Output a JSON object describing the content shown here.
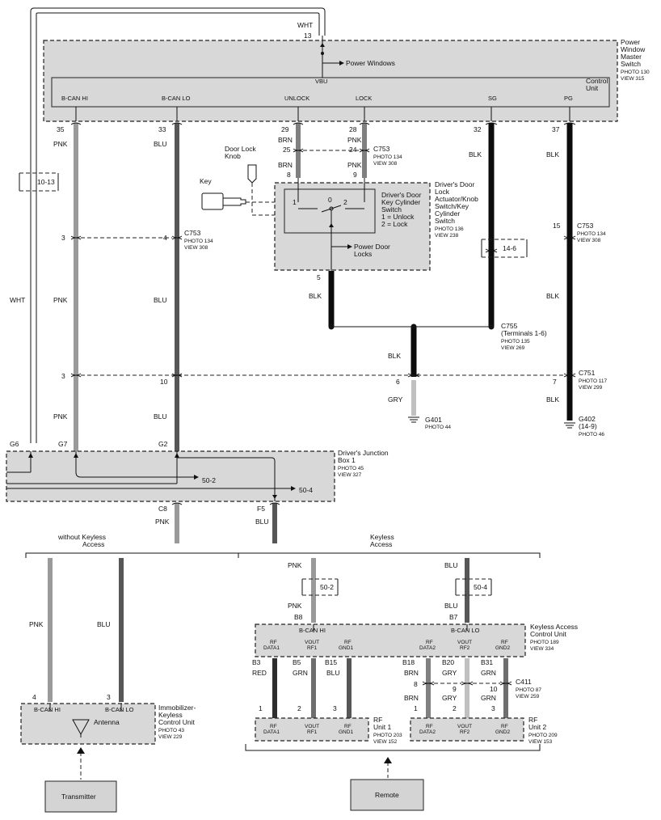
{
  "power_window_master_switch": {
    "title": [
      "Power",
      "Window",
      "Master",
      "Switch"
    ],
    "photo": "PHOTO 130",
    "view": "VIEW 315",
    "control_unit_label": [
      "Control",
      "Unit"
    ],
    "pins": [
      "B-CAN HI",
      "B-CAN LO",
      "UNLOCK",
      "LOCK",
      "SG",
      "PG"
    ],
    "vbu": "VBU",
    "power_windows": "Power Windows",
    "top_pin": "13",
    "top_wire": "WHT"
  },
  "pin_numbers": [
    "35",
    "33",
    "29",
    "28",
    "32",
    "37"
  ],
  "wire_colors": {
    "pnk": "PNK",
    "blu": "BLU",
    "brn": "BRN",
    "blk": "BLK",
    "wht": "WHT",
    "gry": "GRY",
    "red": "RED",
    "grn": "GRN"
  },
  "c753_upper": {
    "name": "C753",
    "photo": "PHOTO 134",
    "view": "VIEW 308",
    "pins_in": [
      "25",
      "24"
    ],
    "pins_out": [
      "8",
      "9"
    ]
  },
  "door_lock_knob": [
    "Door Lock",
    "Knob"
  ],
  "key_label": "Key",
  "ref_10_13": "10-13",
  "ref_14_6": "14-6",
  "drivers_door_lock": {
    "title": [
      "Driver's Door",
      "Lock",
      "Actuator/Knob",
      "Switch/Key",
      "Cylinder",
      "Switch"
    ],
    "photo": "PHOTO 136",
    "view": "VIEW 238",
    "inner_title": [
      "Driver's Door",
      "Key Cylinder",
      "Switch",
      "1 = Unlock",
      "2 = Lock"
    ],
    "switch_positions": [
      "1",
      "0",
      "2"
    ],
    "power_door_locks": [
      "Power Door",
      "Locks"
    ],
    "out_pin": "5"
  },
  "c753_mid": {
    "name": "C753",
    "photo": "PHOTO 134",
    "view": "VIEW 308",
    "pins": [
      "3",
      "4",
      "15"
    ]
  },
  "c755": {
    "name": "C755",
    "sub": "(Terminals 1-6)",
    "photo": "PHOTO 135",
    "view": "VIEW 269"
  },
  "c751": {
    "name": "C751",
    "photo": "PHOTO 117",
    "view": "VIEW 299",
    "pins": [
      "3",
      "10",
      "6",
      "7"
    ]
  },
  "g401": {
    "name": "G401",
    "photo": "PHOTO 44"
  },
  "g402": {
    "name": "G402",
    "sub": "(14-9)",
    "photo": "PHOTO 46"
  },
  "junction_box": {
    "title": [
      "Driver's Junction",
      "Box 1"
    ],
    "photo": "PHOTO 45",
    "view": "VIEW 327",
    "pins_top": [
      "G6",
      "G7",
      "G2"
    ],
    "pins_bottom": [
      "C8",
      "F5"
    ],
    "refs": [
      "50-2",
      "50-4"
    ]
  },
  "without_keyless": [
    "without Keyless",
    "Access"
  ],
  "keyless": [
    "Keyless",
    "Access"
  ],
  "immobilizer": {
    "title": [
      "Immobilizer-",
      "Keyless",
      "Control Unit"
    ],
    "photo": "PHOTO 43",
    "view": "VIEW 229",
    "pins": [
      "B-CAN HI",
      "B-CAN LO"
    ],
    "pin_nums": [
      "4",
      "3"
    ],
    "antenna": "Antenna"
  },
  "transmitter": "Transmitter",
  "remote": "Remote",
  "keyless_unit": {
    "title": [
      "Keyless Access",
      "Control Unit"
    ],
    "photo": "PHOTO 189",
    "view": "VIEW 334",
    "bus": [
      "B-CAN HI",
      "B-CAN LO"
    ],
    "bus_pins": [
      "B8",
      "B7"
    ],
    "refs": [
      "50-2",
      "50-4"
    ],
    "pins": [
      {
        "top": "RF",
        "bot": "DATA1",
        "pin": "B3",
        "wire": "RED"
      },
      {
        "top": "VOUT",
        "bot": "RF1",
        "pin": "B5",
        "wire": "GRN"
      },
      {
        "top": "RF",
        "bot": "GND1",
        "pin": "B15",
        "wire": "BLU"
      },
      {
        "top": "RF",
        "bot": "DATA2",
        "pin": "B18",
        "wire": "BRN"
      },
      {
        "top": "VOUT",
        "bot": "RF2",
        "pin": "B20",
        "wire": "GRY"
      },
      {
        "top": "RF",
        "bot": "GND2",
        "pin": "B31",
        "wire": "GRN"
      }
    ]
  },
  "c411": {
    "name": "C411",
    "photo": "PHOTO 87",
    "view": "VIEW 259",
    "pins": [
      "8",
      "9",
      "10"
    ],
    "wires": [
      "BRN",
      "GRY",
      "GRN"
    ]
  },
  "rf_unit1": {
    "title": [
      "RF",
      "Unit 1"
    ],
    "photo": "PHOTO 203",
    "view": "VIEW 152",
    "pins": [
      "1",
      "2",
      "3"
    ]
  },
  "rf_unit2": {
    "title": [
      "RF",
      "Unit 2"
    ],
    "photo": "PHOTO 209",
    "view": "VIEW 153",
    "pins": [
      "1",
      "2",
      "3"
    ]
  }
}
